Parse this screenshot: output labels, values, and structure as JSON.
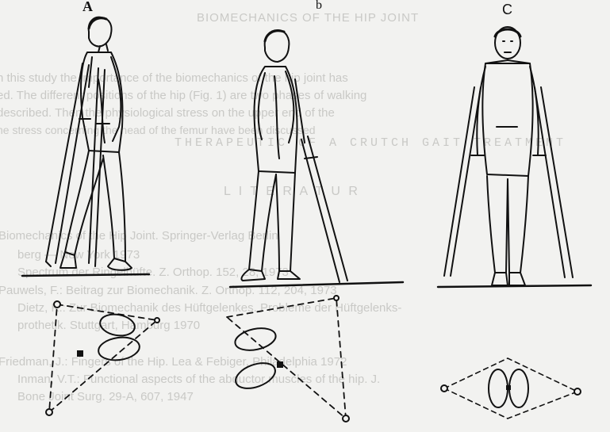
{
  "panels": {
    "a": {
      "label": "A"
    },
    "b": {
      "label": "b"
    },
    "c": {
      "label": "C"
    }
  },
  "bleed_through": {
    "header": "BIOMECHANICS OF THE HIP JOINT",
    "lines": [
      "n this study the importance of the biomechanics of the hip joint has",
      "ed. The different positions of the hip (Fig. 1) are two phases of walking",
      "described. Then the physiological stress on the upper end of the",
      "he stress concerning the head of the femur have been discussed"
    ],
    "spaced_line": "THERAPEUTIC OF A CRUTCH GAIT TREATMENT",
    "literature_heading": "L I T E R A T U R",
    "refs": [
      "Biomechanics of the Hip Joint. Springer-Verlag Berlin",
      "berg — New York 1973",
      "Spectrum der Ringelhüfte. Z. Orthop. 152, 28, 1973",
      "Pauwels, F.: Beitrag zur Biomechanik. Z. Orthop. 112, 204, 1973",
      "Dietz, K.: Zur Biomechanik des Hüftgelenkes. Probleme der Hüftgelenks-",
      "prothetik. Stuttgart, Hamburg 1970",
      "Friedman, J.: Fingers of the Hip. Lea & Febiger, Philadelphia 1972",
      "Inman, V.T.: Functional aspects of the abductor muscles of the hip. J.",
      "Bone Joint Surg. 29-A, 607, 1947"
    ]
  }
}
